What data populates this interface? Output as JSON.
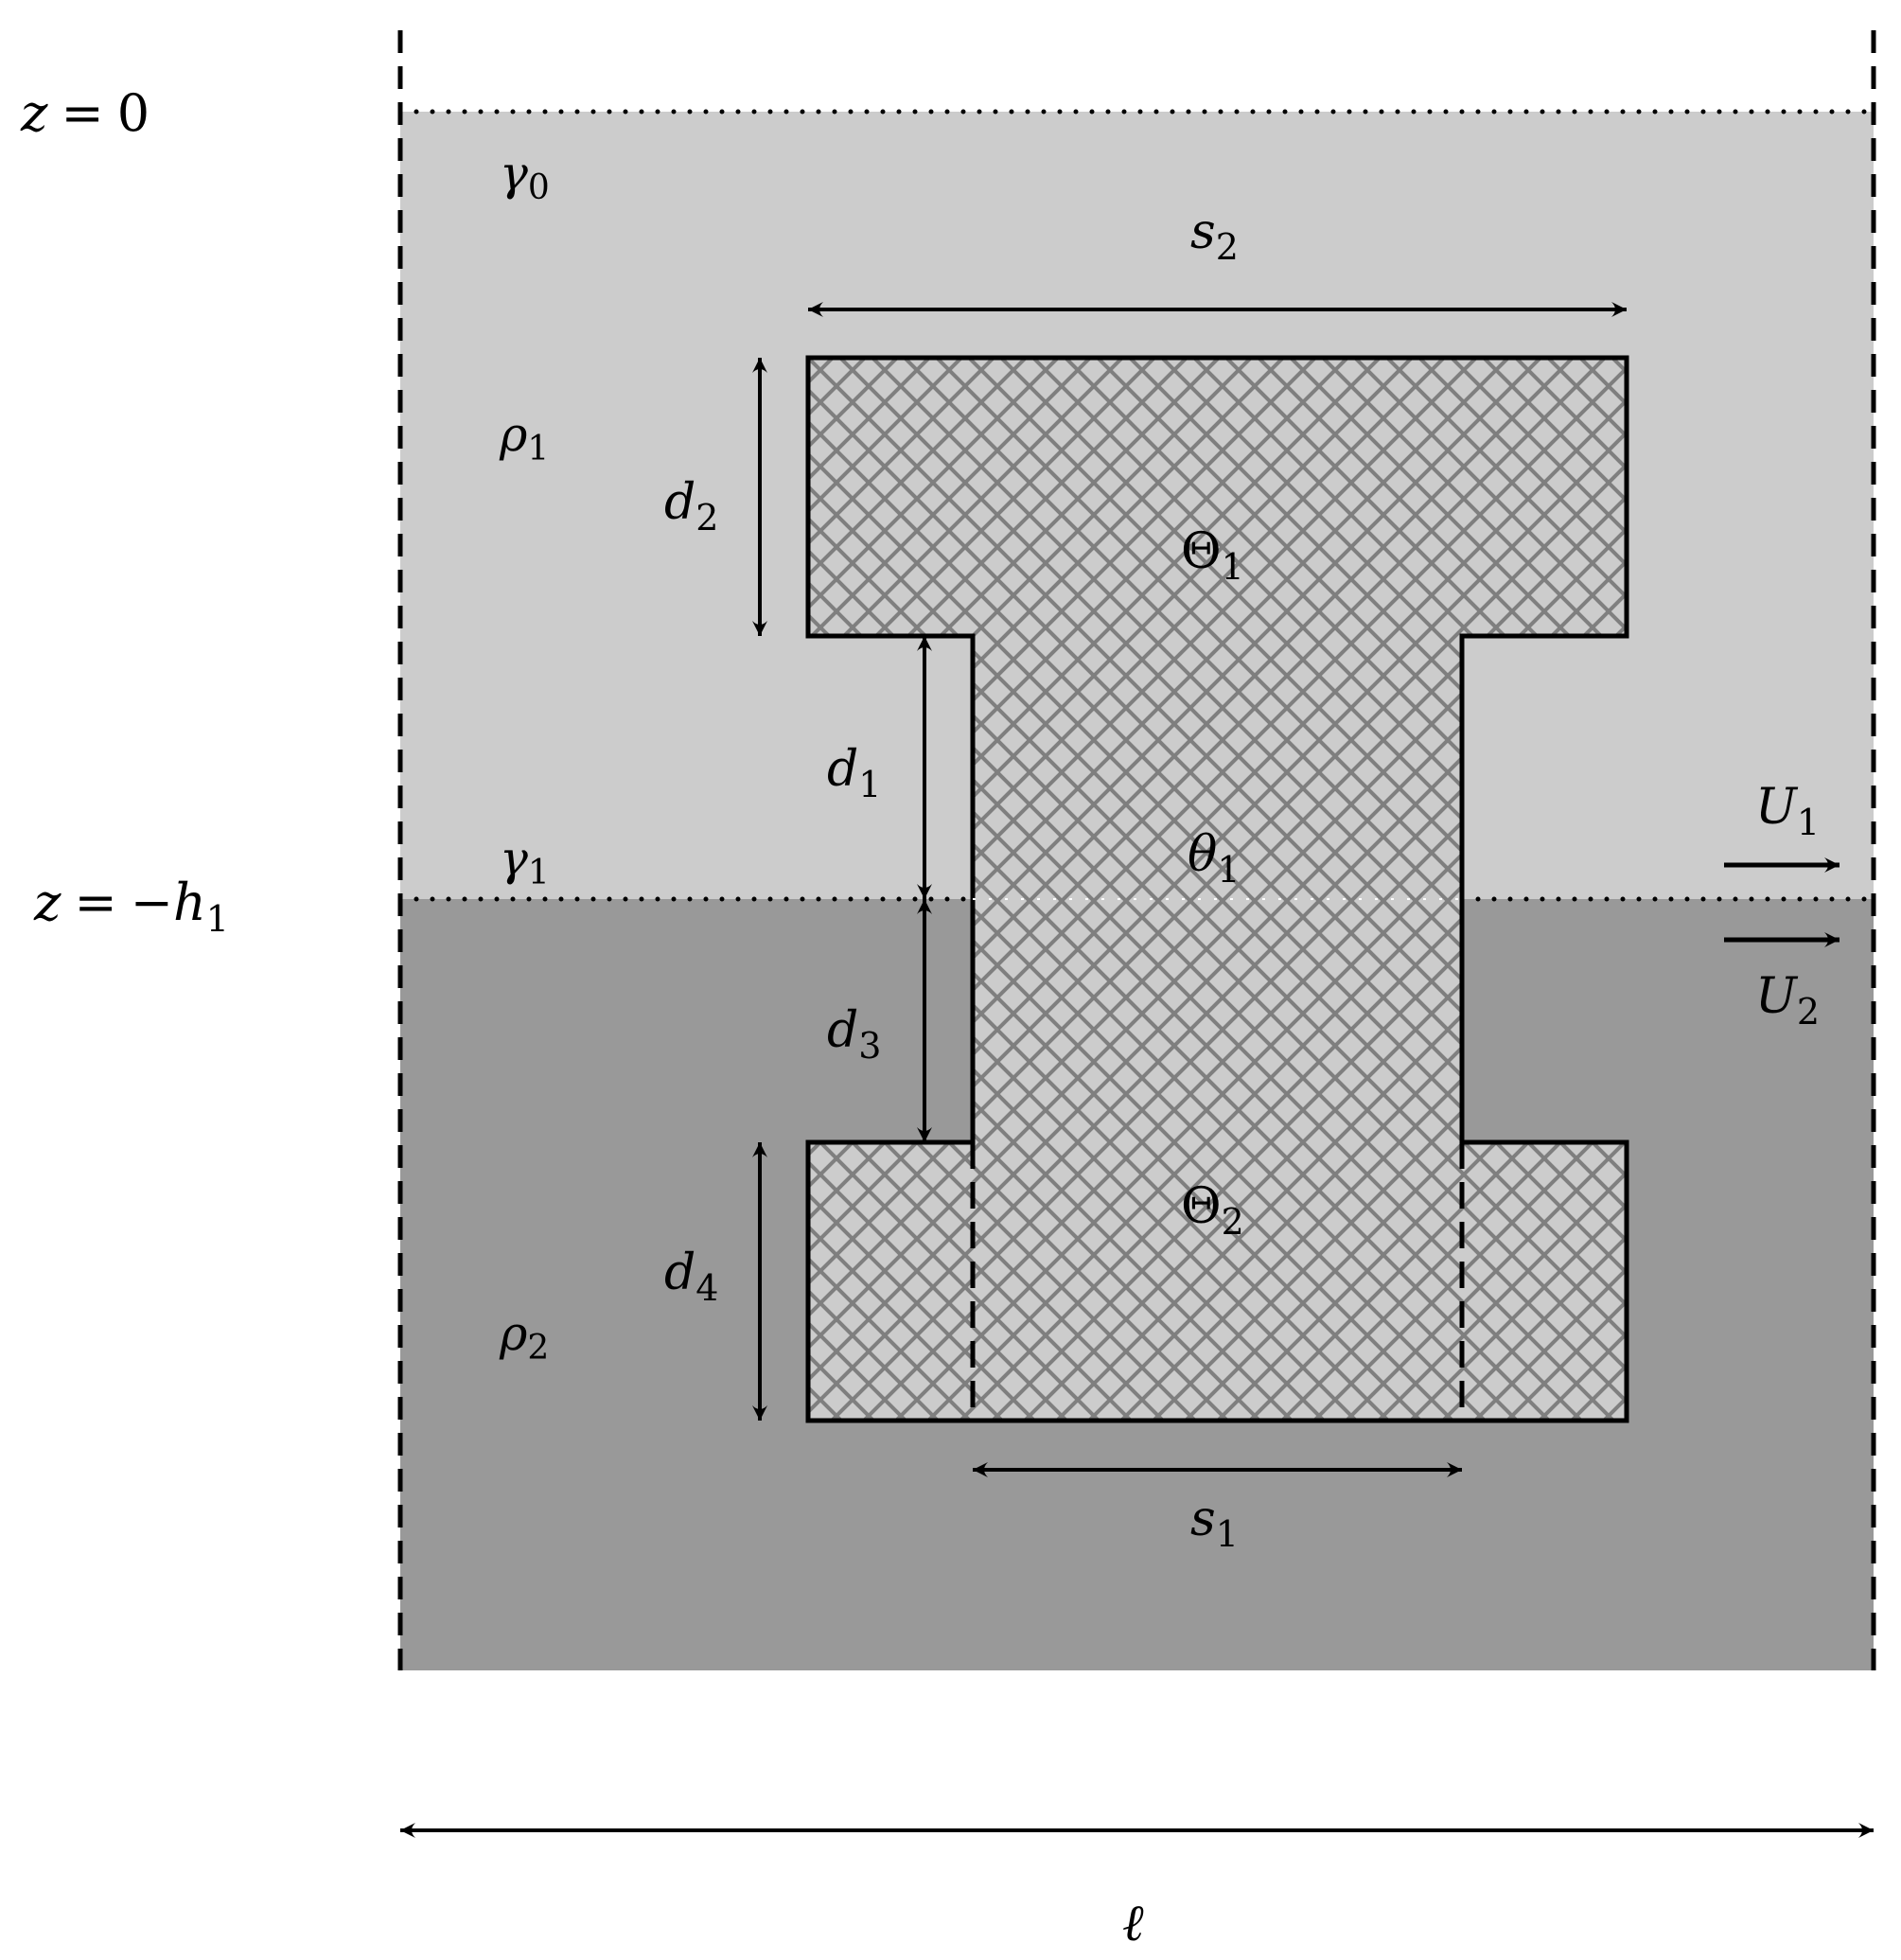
{
  "labels": {
    "z_top": {
      "lhs": "z",
      "op": "=",
      "rhs": "0"
    },
    "z_interface": {
      "lhs": "z",
      "op": "=",
      "rhs": "−h",
      "rhs_sub": "1"
    },
    "gamma0": {
      "sym": "γ",
      "sub": "0"
    },
    "gamma1": {
      "sym": "γ",
      "sub": "1"
    },
    "rho1": {
      "sym": "ρ",
      "sub": "1"
    },
    "rho2": {
      "sym": "ρ",
      "sub": "2"
    },
    "s1": {
      "sym": "s",
      "sub": "1"
    },
    "s2": {
      "sym": "s",
      "sub": "2"
    },
    "d1": {
      "sym": "d",
      "sub": "1"
    },
    "d2": {
      "sym": "d",
      "sub": "2"
    },
    "d3": {
      "sym": "d",
      "sub": "3"
    },
    "d4": {
      "sym": "d",
      "sub": "4"
    },
    "Theta1": {
      "sym": "Θ",
      "sub": "1"
    },
    "Theta2": {
      "sym": "Θ",
      "sub": "2"
    },
    "theta1": {
      "sym": "θ",
      "sub": "1"
    },
    "U1": {
      "sym": "U",
      "sub": "1"
    },
    "U2": {
      "sym": "U",
      "sub": "2"
    },
    "ell": {
      "sym": "ℓ"
    }
  },
  "colors": {
    "upper_fluid": "#cccccc",
    "lower_fluid": "#999999",
    "hatch": "#7f7f7f",
    "outline": "#000000"
  }
}
